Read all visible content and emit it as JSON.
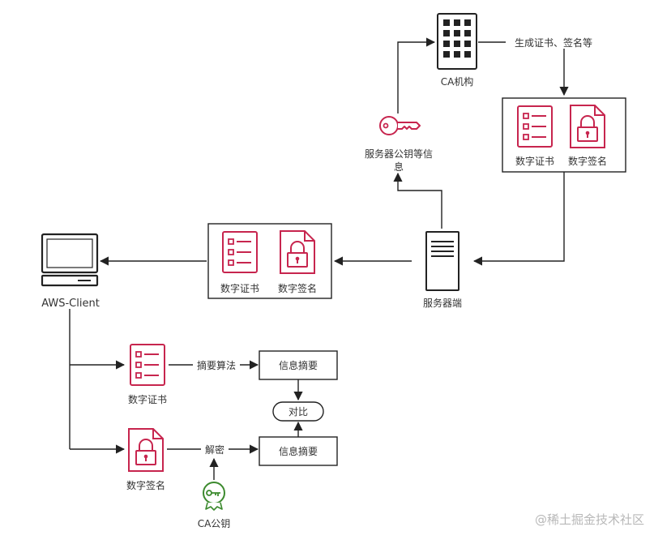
{
  "ca": {
    "label": "CA机构",
    "edge_label": "生成证书、签名等"
  },
  "server_key": {
    "label_line1": "服务器公钥等信",
    "label_line2": "息"
  },
  "top_group": {
    "cert_label": "数字证书",
    "sig_label": "数字签名"
  },
  "server": {
    "label": "服务器端"
  },
  "mid_group": {
    "cert_label": "数字证书",
    "sig_label": "数字签名"
  },
  "client": {
    "label": "AWS-Client"
  },
  "verify": {
    "cert_label": "数字证书",
    "sig_label": "数字签名",
    "hash_edge_label": "摘要算法",
    "decrypt_edge_label": "解密",
    "digest_top": "信息摘要",
    "digest_bottom": "信息摘要",
    "compare": "对比",
    "ca_key_label": "CA公钥"
  },
  "watermark": "@稀土掘金技术社区",
  "colors": {
    "accent_red": "#c7254e",
    "key_green": "#3c8a2e",
    "line": "#222222"
  }
}
